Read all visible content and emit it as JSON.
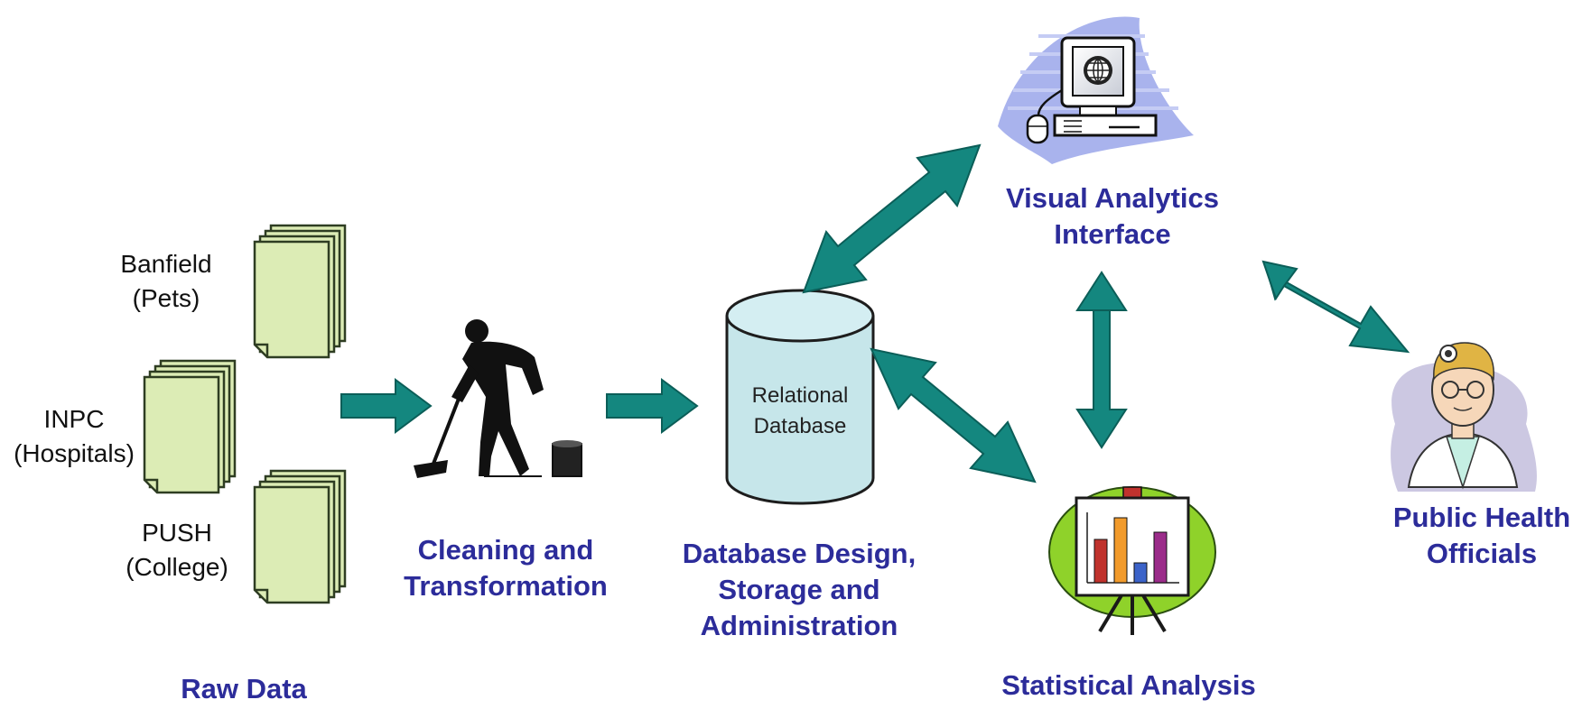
{
  "colors": {
    "arrow": "#14877f",
    "arrow_stroke": "#0b5e58",
    "document": "#dcecb5",
    "document_stroke": "#2e3d22",
    "database": "#c6e6ea",
    "label": "#2c2c9a",
    "oval": "#8fd22a"
  },
  "sources": [
    {
      "name": "Banfield",
      "detail": "(Pets)"
    },
    {
      "name": "INPC",
      "detail": "(Hospitals)"
    },
    {
      "name": "PUSH",
      "detail": "(College)"
    }
  ],
  "database": {
    "line1": "Relational",
    "line2": "Database"
  },
  "stages": {
    "raw_data": "Raw Data",
    "cleaning": {
      "line1": "Cleaning and",
      "line2": "Transformation"
    },
    "database_design": {
      "line1": "Database Design,",
      "line2": "Storage and",
      "line3": "Administration"
    },
    "visual_analytics": {
      "line1": "Visual Analytics",
      "line2": "Interface"
    },
    "statistical": "Statistical Analysis",
    "officials": {
      "line1": "Public Health",
      "line2": "Officials"
    }
  },
  "icons": {
    "documents": "document-stack-icon",
    "janitor": "janitor-sweeping-icon",
    "database": "database-cylinder-icon",
    "computer": "computer-globe-icon",
    "chart": "bar-chart-easel-icon",
    "doctor": "doctor-icon"
  }
}
